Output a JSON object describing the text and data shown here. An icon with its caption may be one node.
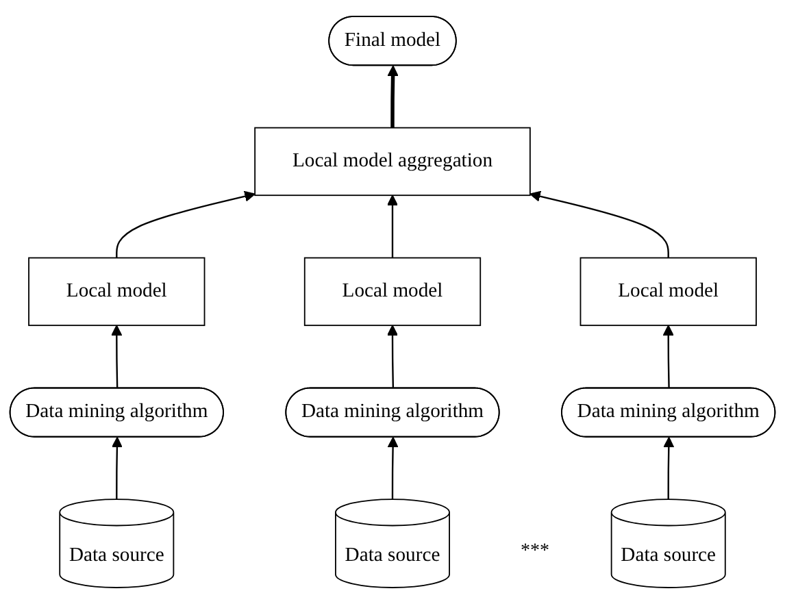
{
  "diagram": {
    "nodes": [
      {
        "text": [
          "Local model aggregation"
        ]
      },
      {
        "text": [
          "Final model"
        ]
      },
      {
        "text": [
          "Local model"
        ]
      },
      {
        "text": [
          "Local model"
        ]
      },
      {
        "text": [
          "Local model"
        ]
      },
      {
        "text": [
          "Data mining algorithm"
        ]
      },
      {
        "text": [
          "Data mining algorithm"
        ]
      },
      {
        "text": [
          "Data mining algorithm"
        ]
      },
      {
        "text": [
          "Data source"
        ]
      },
      {
        "text": [
          "Data source"
        ]
      },
      {
        "text": [
          "Data source"
        ]
      }
    ],
    "edges": [
      {
        "from": 0,
        "to": 1,
        "arrow": "to",
        "style": "thick"
      },
      {
        "from": 2,
        "to": 0,
        "arrow": "to"
      },
      {
        "from": 3,
        "to": 0,
        "arrow": "to"
      },
      {
        "from": 4,
        "to": 0,
        "arrow": "to"
      },
      {
        "from": 5,
        "to": 2,
        "arrow": "to"
      },
      {
        "from": 6,
        "to": 3,
        "arrow": "to"
      },
      {
        "from": 7,
        "to": 4,
        "arrow": "to"
      },
      {
        "from": 8,
        "to": 5,
        "arrow": "to"
      },
      {
        "from": 9,
        "to": 6,
        "arrow": "to"
      },
      {
        "from": 10,
        "to": 7,
        "arrow": "to"
      }
    ],
    "labels": [
      "***"
    ]
  }
}
